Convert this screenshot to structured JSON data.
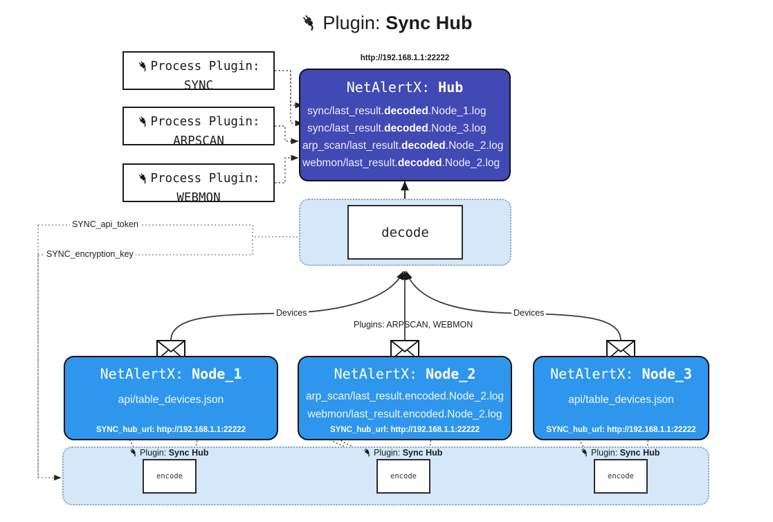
{
  "title": {
    "icon": "plug-icon",
    "prefix": "Plugin:",
    "name": "Sync Hub"
  },
  "process_plugins": [
    {
      "icon": "plug-icon",
      "line1": "Process Plugin:",
      "line2": "SYNC"
    },
    {
      "icon": "plug-icon",
      "line1": "Process Plugin:",
      "line2": "ARPSCAN"
    },
    {
      "icon": "plug-icon",
      "line1": "Process Plugin:",
      "line2": "WEBMON"
    }
  ],
  "hub": {
    "url_label": "http://192.168.1.1:22222",
    "title_prefix": "NetAlertX:",
    "title_name": "Hub",
    "rows": [
      {
        "pre": "sync/last_result.",
        "mid": "decoded",
        "post": ".Node_1.log"
      },
      {
        "pre": "sync/last_result.",
        "mid": "decoded",
        "post": ".Node_3.log"
      },
      {
        "pre": "arp_scan/last_result.",
        "mid": "decoded",
        "post": ".Node_2.log"
      },
      {
        "pre": "webmon/last_result.",
        "mid": "decoded",
        "post": ".Node_2.log"
      }
    ],
    "fill": "#4149b4"
  },
  "decode": {
    "label": "decode",
    "container_fill": "#d4e8fa"
  },
  "secrets": [
    {
      "label": "SYNC_api_token"
    },
    {
      "label": "SYNC_encryption_key"
    }
  ],
  "edge_labels": {
    "left_devices": "Devices",
    "right_devices": "Devices",
    "center_plugins": "Plugins: ARPSCAN, WEBMON"
  },
  "nodes": [
    {
      "title_prefix": "NetAlertX:",
      "title_name": "Node_1",
      "lines": [
        "api/table_devices.json"
      ],
      "footer": "SYNC_hub_url: http://192.168.1.1:22222",
      "envelope_icon": "envelope-icon",
      "fill": "#2f96ee"
    },
    {
      "title_prefix": "NetAlertX:",
      "title_name": "Node_2",
      "lines": [
        "arp_scan/last_result.encoded.Node_2.log",
        "webmon/last_result.encoded.Node_2.log"
      ],
      "footer": "SYNC_hub_url: http://192.168.1.1:22222",
      "envelope_icon": "envelope-icon",
      "fill": "#2f96ee"
    },
    {
      "title_prefix": "NetAlertX:",
      "title_name": "Node_3",
      "lines": [
        "api/table_devices.json"
      ],
      "footer": "SYNC_hub_url: http://192.168.1.1:22222",
      "envelope_icon": "envelope-icon",
      "fill": "#2f96ee"
    }
  ],
  "encoders": [
    {
      "tag_prefix": "Plugin:",
      "tag_name": "Sync Hub",
      "label": "encode",
      "icon": "plug-icon"
    },
    {
      "tag_prefix": "Plugin:",
      "tag_name": "Sync Hub",
      "label": "encode",
      "icon": "plug-icon"
    },
    {
      "tag_prefix": "Plugin:",
      "tag_name": "Sync Hub",
      "label": "encode",
      "icon": "plug-icon"
    }
  ]
}
